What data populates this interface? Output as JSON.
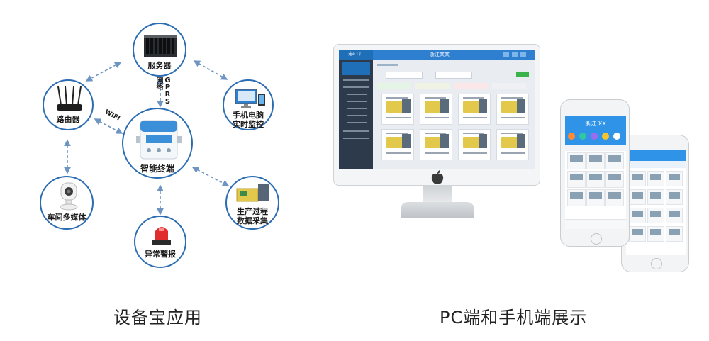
{
  "diagram": {
    "nodes": {
      "server": "服务器",
      "router": "路由器",
      "terminal": "智能终端",
      "mobile_pc": [
        "手机电脑",
        "实时监控"
      ],
      "camera": "车间多媒体",
      "production": [
        "生产过程",
        "数据采集"
      ],
      "alarm": "异常警报"
    },
    "edge_labels": {
      "gprs": "GPRS网络",
      "wifi": "WIFI"
    }
  },
  "captions": {
    "left": "设备宝应用",
    "right": "PC端和手机端展示"
  },
  "monitor": {
    "app_logo": "迪e工厂",
    "screen_title": "浙江某某"
  },
  "phone_front": {
    "title": "浙江 XX"
  },
  "colors": {
    "accent": "#2b6cb3",
    "arrow": "#6d94c2",
    "app_blue": "#2f93e8"
  }
}
